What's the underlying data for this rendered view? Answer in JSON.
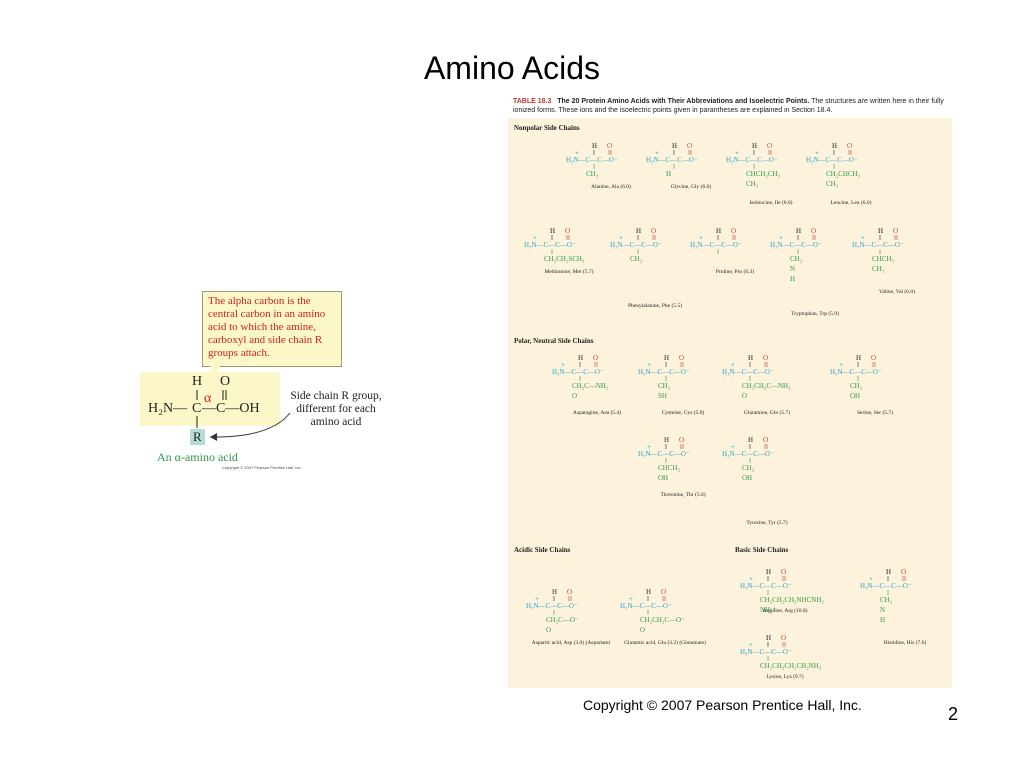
{
  "slide": {
    "title": "Amino Acids",
    "page_number": "2",
    "copyright": "Copyright © 2007 Pearson Prentice Hall, Inc."
  },
  "alpha_figure": {
    "callout_text": "The alpha carbon is the central carbon in an amino acid to which the amine, carboxyl and side chain R groups attach.",
    "atom_h": "H",
    "atom_o": "O",
    "alpha_symbol": "α",
    "amine": "H₂N—",
    "carbon": "C",
    "carboxyl": "—C—OH",
    "r_group": "R",
    "side_chain_label": "Side chain R group, different for each amino acid",
    "caption": "An α-amino acid",
    "small_copyright": "Copyright © 2007 Pearson Prentice Hall, Inc."
  },
  "table": {
    "number": "TABLE 18.3",
    "title": "The 20 Protein Amino Acids with Their Abbreviations and Isoelectric Points.",
    "description": "The structures are written here in their fully ionized forms. These ions and the isoelectric points given in parantheses are explained in Section 18.4.",
    "sections": {
      "nonpolar": "Nonpolar Side Chains",
      "polar": "Polar, Neutral Side Chains",
      "acidic": "Acidic Side Chains",
      "basic": "Basic Side Chains"
    },
    "amino_acids": [
      {
        "name": "Alanine, Ala (6.0)",
        "side": [
          "CH₃"
        ]
      },
      {
        "name": "Glycine, Gly (6.0)",
        "side": [
          "H"
        ]
      },
      {
        "name": "Isoleucine, Ile (6.0)",
        "side": [
          "CHCH₂CH₃",
          "CH₃"
        ]
      },
      {
        "name": "Leucine, Leu (6.0)",
        "side": [
          "CH₂CHCH₃",
          "CH₃"
        ]
      },
      {
        "name": "Methionine, Met (5.7)",
        "side": [
          "CH₂CH₂SCH₃"
        ]
      },
      {
        "name": "Phenylalanine, Phe (5.5)",
        "side": [
          "CH₂"
        ]
      },
      {
        "name": "Proline, Pro (6.3)",
        "side": [
          ""
        ]
      },
      {
        "name": "Tryptophan, Trp (5.9)",
        "side": [
          "CH₂",
          "N",
          "H"
        ]
      },
      {
        "name": "Valine, Val (6.0)",
        "side": [
          "CHCH₃",
          "CH₃"
        ]
      },
      {
        "name": "Asparagine, Asn (5.4)",
        "side": [
          "CH₂C—NH₂",
          "O"
        ]
      },
      {
        "name": "Cysteine, Cys (5.0)",
        "side": [
          "CH₂",
          "SH"
        ]
      },
      {
        "name": "Glutamine, Gln (5.7)",
        "side": [
          "CH₂CH₂C—NH₂",
          "O"
        ]
      },
      {
        "name": "Serine, Ser (5.7)",
        "side": [
          "CH₂",
          "OH"
        ]
      },
      {
        "name": "Threonine, Thr (5.6)",
        "side": [
          "CHCH₃",
          "OH"
        ]
      },
      {
        "name": "Tyrosine, Tyr (5.7)",
        "side": [
          "CH₂",
          "OH"
        ]
      },
      {
        "name": "Aspartic acid, Asp (3.0) (Aspartate)",
        "side": [
          "CH₂C—O⁻",
          "O"
        ]
      },
      {
        "name": "Glutamic acid, Glu (3.2) (Glutamate)",
        "side": [
          "CH₂CH₂C—O⁻",
          "O"
        ]
      },
      {
        "name": "Arginine, Arg (10.8)",
        "side": [
          "CH₂CH₂CH₂NHCNH₂",
          "NH₂⁺"
        ]
      },
      {
        "name": "Histidine, His (7.6)",
        "side": [
          "CH₂",
          "N",
          "H"
        ]
      },
      {
        "name": "Lysine, Lys (9.7)",
        "side": [
          "CH₂CH₂CH₂CH₂NH₃"
        ]
      }
    ],
    "backbone": {
      "h": "H",
      "o": "O",
      "amine": "H₃N—C—C—O⁻",
      "plus": "+"
    }
  }
}
